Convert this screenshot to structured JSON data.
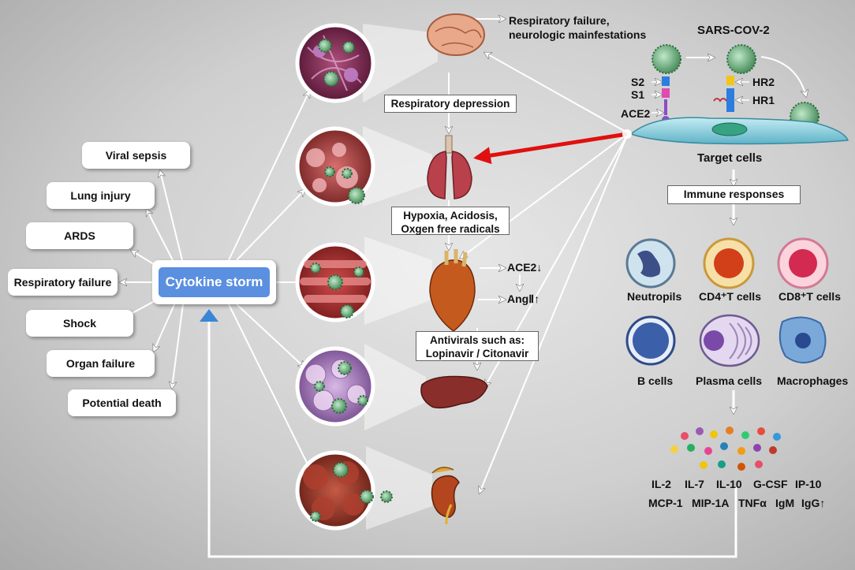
{
  "virus": {
    "title": "SARS-COV-2",
    "s2": "S2",
    "s1": "S1",
    "ace2": "ACE2",
    "hr2": "HR2",
    "hr1": "HR1",
    "target": "Target cells",
    "immune": "Immune responses"
  },
  "left_outcomes": [
    "Viral sepsis",
    "Lung injury",
    "ARDS",
    "Respiratory failure",
    "Shock",
    "Organ failure",
    "Potential death"
  ],
  "central": "Cytokine storm",
  "organs": {
    "brain_note": "Respiratory failure,\nneurologic mainfestations",
    "resp_depression": "Respiratory depression",
    "hypoxia_line1": "Hypoxia, Acidosis,",
    "hypoxia_line2": "Oxgen free radicals",
    "ace2_down": "ACE2↓",
    "ang_up": "AngⅡ↑",
    "antivirals_line1": "Antivirals such as:",
    "antivirals_line2": "Lopinavir / Citonavir"
  },
  "cells": [
    "Neutropils",
    "CD4⁺T cells",
    "CD8⁺T cells",
    "B cells",
    "Plasma cells",
    "Macrophages"
  ],
  "cytokines": {
    "row1": [
      "IL-2",
      "IL-7",
      "IL-10",
      "G-CSF",
      "IP-10"
    ],
    "row2": [
      "MCP-1",
      "MIP-1A",
      "TNFα",
      "IgM",
      "IgG↑"
    ]
  },
  "colors": {
    "storm_blue": "#5b8fe0",
    "red_arrow": "#e01010",
    "virus_green": "#6aab7a"
  }
}
